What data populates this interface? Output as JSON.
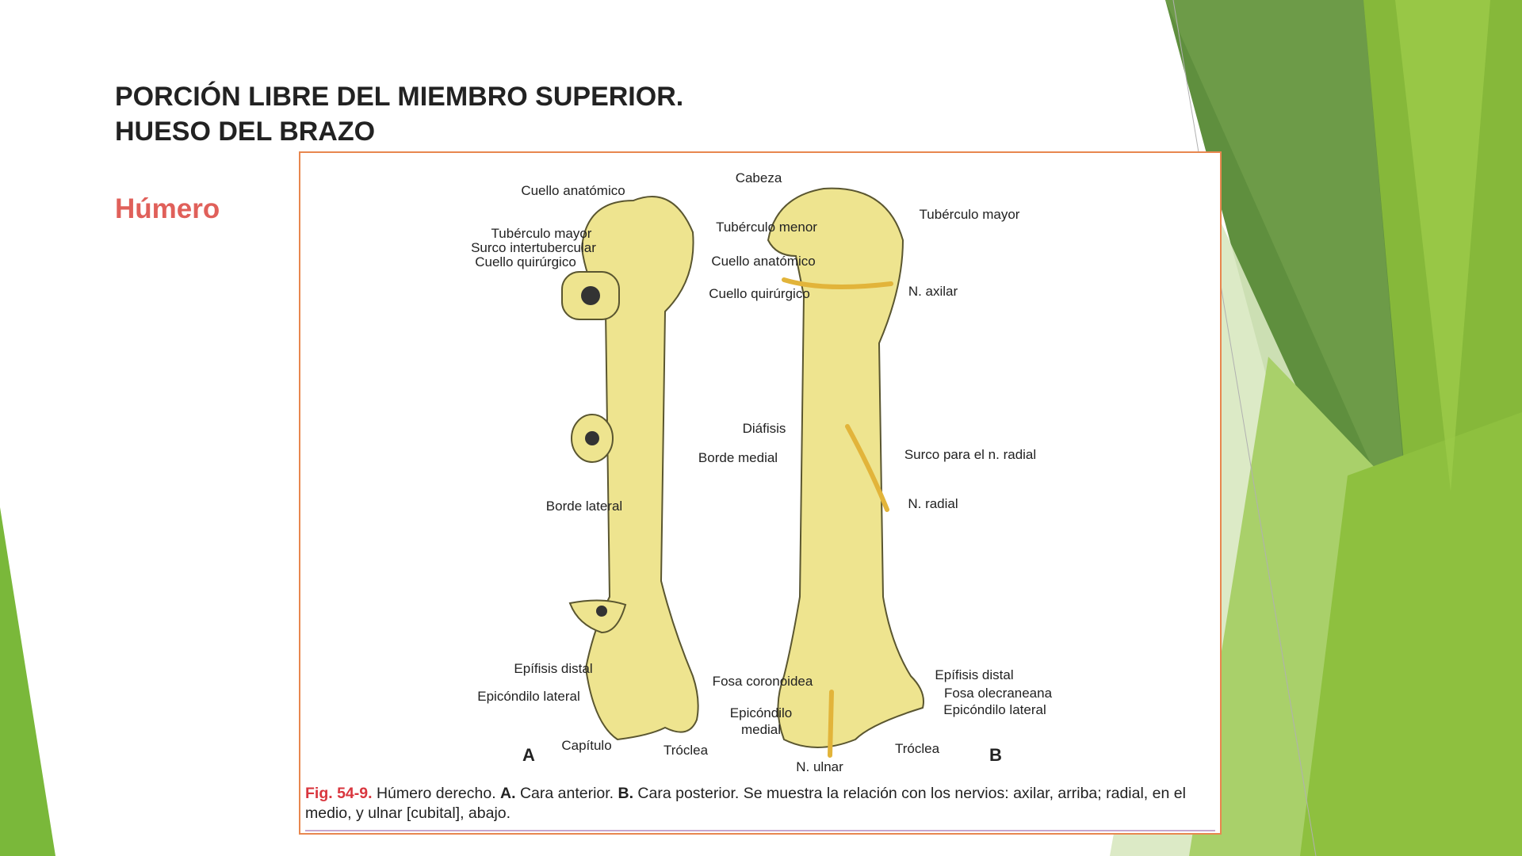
{
  "slide": {
    "title_line1": "PORCIÓN LIBRE DEL MIEMBRO SUPERIOR.",
    "title_line2": "HUESO DEL BRAZO",
    "subtitle": "Húmero"
  },
  "colors": {
    "title": "#222222",
    "subtitle": "#e0605a",
    "figure_border": "#e8874f",
    "bone": "#eee48f",
    "nerve": "#e2b43a",
    "accent_green": "#7ab83a"
  },
  "figure": {
    "labels_a": {
      "cabeza": "Cabeza",
      "cuello_anatomico": "Cuello anatómico",
      "tuberculo_mayor": "Tubérculo mayor",
      "surco": "Surco intertubercular",
      "cuello_quirurgico": "Cuello quirúrgico",
      "tuberculo_menor": "Tubérculo menor",
      "diafisis": "Diáfisis",
      "borde_medial": "Borde medial",
      "borde_lateral": "Borde lateral",
      "epifisis_distal": "Epífisis distal",
      "fosa_coronoidea": "Fosa coronoidea",
      "epicondilo_lateral": "Epicóndilo lateral",
      "epicondilo_medial_1": "Epicóndilo",
      "epicondilo_medial_2": "medial",
      "capitulo": "Capítulo",
      "troclea": "Tróclea",
      "letter": "A"
    },
    "labels_b": {
      "tuberculo_mayor": "Tubérculo mayor",
      "cuello_anatomico": "Cuello anatómico",
      "cuello_quirurgico": "Cuello quirúrgico",
      "n_axilar": "N. axilar",
      "surco_radial": "Surco para el n. radial",
      "n_radial": "N. radial",
      "epifisis_distal": "Epífisis distal",
      "fosa_olecraneana": "Fosa olecraneana",
      "epicondilo_lateral": "Epicóndilo lateral",
      "troclea": "Tróclea",
      "n_ulnar": "N. ulnar",
      "letter": "B"
    },
    "caption": {
      "fig_number": "Fig. 54-9.",
      "t1": " Húmero derecho. ",
      "a": "A.",
      "t2": " Cara anterior. ",
      "b": "B.",
      "t3": " Cara posterior. Se muestra la relación con los nervios: axilar, arriba; radial, en el medio, y ulnar [cubital], abajo."
    }
  }
}
